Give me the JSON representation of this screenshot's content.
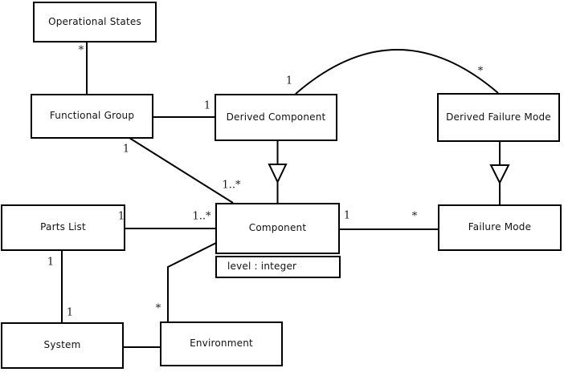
{
  "diagram_type": "uml-class-diagram",
  "colors": {
    "line": "#000000",
    "box_border": "#000000",
    "box_fill": "#ffffff",
    "text": "#111111",
    "background": "#ffffff"
  },
  "nodes": {
    "operational_states": {
      "label": "Operational States"
    },
    "functional_group": {
      "label": "Functional Group"
    },
    "derived_component": {
      "label": "Derived Component"
    },
    "derived_failure_mode": {
      "label": "Derived Failure Mode"
    },
    "parts_list": {
      "label": "Parts List"
    },
    "component": {
      "label": "Component",
      "attribute": "level : integer"
    },
    "failure_mode": {
      "label": "Failure Mode"
    },
    "system": {
      "label": "System"
    },
    "environment": {
      "label": "Environment"
    }
  },
  "multiplicities": {
    "operational_states_end": "*",
    "derived_component_from_functional_group": "1",
    "functional_group_to_component_near": "1",
    "functional_group_to_component_far": "1..*",
    "derived_component_arc_end": "1",
    "derived_failure_mode_arc_end": "*",
    "parts_list_to_component_near": "1",
    "parts_list_to_component_far": "1..*",
    "component_to_failure_mode_near": "1",
    "component_to_failure_mode_far": "*",
    "parts_list_to_system_near": "1",
    "parts_list_to_system_far": "1",
    "component_to_environment_end": "*"
  }
}
